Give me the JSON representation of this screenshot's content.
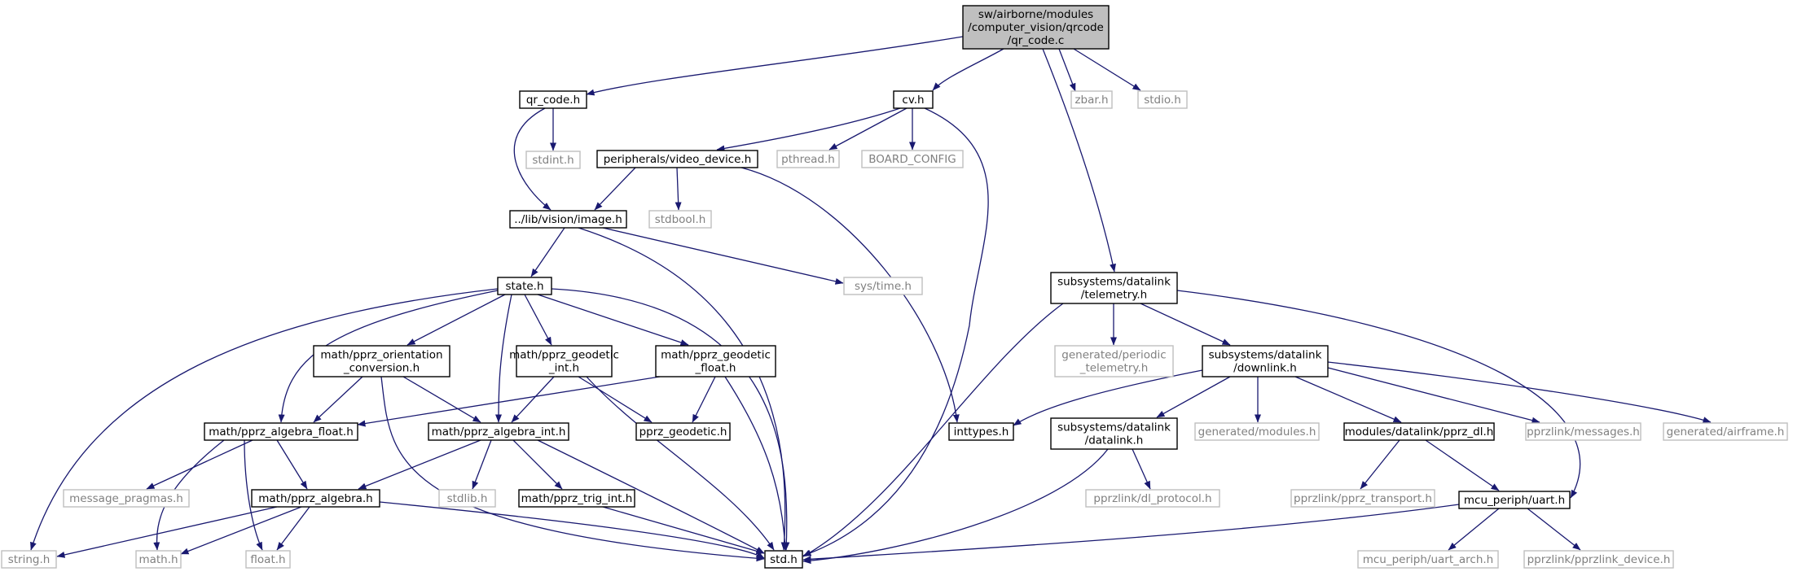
{
  "colors": {
    "edge": "#191970",
    "normal_border": "#000000",
    "normal_text": "#000000",
    "external_border": "#bfbfbf",
    "external_text": "#808080",
    "root_fill": "#bfbfbf"
  },
  "nodes": [
    {
      "id": "root",
      "lines": [
        "sw/airborne/modules",
        "/computer_vision/qrcode",
        "/qr_code.c"
      ],
      "kind": "root"
    },
    {
      "id": "qr_code_h",
      "lines": [
        "qr_code.h"
      ],
      "kind": "normal"
    },
    {
      "id": "cv_h",
      "lines": [
        "cv.h"
      ],
      "kind": "normal"
    },
    {
      "id": "zbar_h",
      "lines": [
        "zbar.h"
      ],
      "kind": "external"
    },
    {
      "id": "stdio_h",
      "lines": [
        "stdio.h"
      ],
      "kind": "external"
    },
    {
      "id": "stdint_h",
      "lines": [
        "stdint.h"
      ],
      "kind": "external"
    },
    {
      "id": "video_device_h",
      "lines": [
        "peripherals/video_device.h"
      ],
      "kind": "normal"
    },
    {
      "id": "pthread_h",
      "lines": [
        "pthread.h"
      ],
      "kind": "external"
    },
    {
      "id": "board_config",
      "lines": [
        "BOARD_CONFIG"
      ],
      "kind": "external"
    },
    {
      "id": "image_h",
      "lines": [
        "../lib/vision/image.h"
      ],
      "kind": "normal"
    },
    {
      "id": "stdbool_h",
      "lines": [
        "stdbool.h"
      ],
      "kind": "external"
    },
    {
      "id": "state_h",
      "lines": [
        "state.h"
      ],
      "kind": "normal"
    },
    {
      "id": "sys_time_h",
      "lines": [
        "sys/time.h"
      ],
      "kind": "external"
    },
    {
      "id": "telemetry_h",
      "lines": [
        "subsystems/datalink",
        "/telemetry.h"
      ],
      "kind": "normal"
    },
    {
      "id": "orientation_h",
      "lines": [
        "math/pprz_orientation",
        "_conversion.h"
      ],
      "kind": "normal"
    },
    {
      "id": "geodetic_int_h",
      "lines": [
        "math/pprz_geodetic",
        "_int.h"
      ],
      "kind": "normal"
    },
    {
      "id": "geodetic_float_h",
      "lines": [
        "math/pprz_geodetic",
        "_float.h"
      ],
      "kind": "normal"
    },
    {
      "id": "periodic_telemetry_h",
      "lines": [
        "generated/periodic",
        "_telemetry.h"
      ],
      "kind": "external"
    },
    {
      "id": "downlink_h",
      "lines": [
        "subsystems/datalink",
        "/downlink.h"
      ],
      "kind": "normal"
    },
    {
      "id": "algebra_float_h",
      "lines": [
        "math/pprz_algebra_float.h"
      ],
      "kind": "normal"
    },
    {
      "id": "algebra_int_h",
      "lines": [
        "math/pprz_algebra_int.h"
      ],
      "kind": "normal"
    },
    {
      "id": "pprz_geodetic_h",
      "lines": [
        "pprz_geodetic.h"
      ],
      "kind": "normal"
    },
    {
      "id": "inttypes_h",
      "lines": [
        "inttypes.h"
      ],
      "kind": "normal"
    },
    {
      "id": "datalink_h",
      "lines": [
        "subsystems/datalink",
        "/datalink.h"
      ],
      "kind": "normal"
    },
    {
      "id": "gen_modules_h",
      "lines": [
        "generated/modules.h"
      ],
      "kind": "external"
    },
    {
      "id": "pprz_dl_h",
      "lines": [
        "modules/datalink/pprz_dl.h"
      ],
      "kind": "normal"
    },
    {
      "id": "messages_h",
      "lines": [
        "pprzlink/messages.h"
      ],
      "kind": "external"
    },
    {
      "id": "airframe_h",
      "lines": [
        "generated/airframe.h"
      ],
      "kind": "external"
    },
    {
      "id": "message_pragmas_h",
      "lines": [
        "message_pragmas.h"
      ],
      "kind": "external"
    },
    {
      "id": "pprz_algebra_h",
      "lines": [
        "math/pprz_algebra.h"
      ],
      "kind": "normal"
    },
    {
      "id": "stdlib_h",
      "lines": [
        "stdlib.h"
      ],
      "kind": "external"
    },
    {
      "id": "trig_int_h",
      "lines": [
        "math/pprz_trig_int.h"
      ],
      "kind": "normal"
    },
    {
      "id": "dl_protocol_h",
      "lines": [
        "pprzlink/dl_protocol.h"
      ],
      "kind": "external"
    },
    {
      "id": "pprz_transport_h",
      "lines": [
        "pprzlink/pprz_transport.h"
      ],
      "kind": "external"
    },
    {
      "id": "uart_h",
      "lines": [
        "mcu_periph/uart.h"
      ],
      "kind": "normal"
    },
    {
      "id": "string_h",
      "lines": [
        "string.h"
      ],
      "kind": "external"
    },
    {
      "id": "math_h",
      "lines": [
        "math.h"
      ],
      "kind": "external"
    },
    {
      "id": "float_h",
      "lines": [
        "float.h"
      ],
      "kind": "external"
    },
    {
      "id": "std_h",
      "lines": [
        "std.h"
      ],
      "kind": "normal"
    },
    {
      "id": "uart_arch_h",
      "lines": [
        "mcu_periph/uart_arch.h"
      ],
      "kind": "external"
    },
    {
      "id": "pprzlink_device_h",
      "lines": [
        "pprzlink/pprzlink_device.h"
      ],
      "kind": "external"
    }
  ],
  "edges": [
    [
      "root",
      "qr_code_h"
    ],
    [
      "root",
      "cv_h"
    ],
    [
      "root",
      "zbar_h"
    ],
    [
      "root",
      "stdio_h"
    ],
    [
      "root",
      "telemetry_h"
    ],
    [
      "qr_code_h",
      "stdint_h"
    ],
    [
      "qr_code_h",
      "image_h"
    ],
    [
      "cv_h",
      "video_device_h"
    ],
    [
      "cv_h",
      "pthread_h"
    ],
    [
      "cv_h",
      "board_config"
    ],
    [
      "cv_h",
      "std_h"
    ],
    [
      "video_device_h",
      "image_h"
    ],
    [
      "video_device_h",
      "stdbool_h"
    ],
    [
      "video_device_h",
      "inttypes_h"
    ],
    [
      "image_h",
      "state_h"
    ],
    [
      "image_h",
      "sys_time_h"
    ],
    [
      "image_h",
      "std_h"
    ],
    [
      "state_h",
      "orientation_h"
    ],
    [
      "state_h",
      "geodetic_int_h"
    ],
    [
      "state_h",
      "geodetic_float_h"
    ],
    [
      "state_h",
      "algebra_float_h"
    ],
    [
      "state_h",
      "algebra_int_h"
    ],
    [
      "state_h",
      "std_h"
    ],
    [
      "state_h",
      "string_h"
    ],
    [
      "orientation_h",
      "algebra_float_h"
    ],
    [
      "orientation_h",
      "algebra_int_h"
    ],
    [
      "orientation_h",
      "std_h"
    ],
    [
      "geodetic_int_h",
      "algebra_int_h"
    ],
    [
      "geodetic_int_h",
      "pprz_geodetic_h"
    ],
    [
      "geodetic_int_h",
      "std_h"
    ],
    [
      "geodetic_float_h",
      "algebra_float_h"
    ],
    [
      "geodetic_float_h",
      "pprz_geodetic_h"
    ],
    [
      "geodetic_float_h",
      "std_h"
    ],
    [
      "algebra_float_h",
      "pprz_algebra_h"
    ],
    [
      "algebra_float_h",
      "message_pragmas_h"
    ],
    [
      "algebra_float_h",
      "math_h"
    ],
    [
      "algebra_float_h",
      "float_h"
    ],
    [
      "algebra_int_h",
      "pprz_algebra_h"
    ],
    [
      "algebra_int_h",
      "stdlib_h"
    ],
    [
      "algebra_int_h",
      "trig_int_h"
    ],
    [
      "algebra_int_h",
      "std_h"
    ],
    [
      "pprz_algebra_h",
      "string_h"
    ],
    [
      "pprz_algebra_h",
      "math_h"
    ],
    [
      "pprz_algebra_h",
      "float_h"
    ],
    [
      "pprz_algebra_h",
      "std_h"
    ],
    [
      "trig_int_h",
      "std_h"
    ],
    [
      "telemetry_h",
      "periodic_telemetry_h"
    ],
    [
      "telemetry_h",
      "downlink_h"
    ],
    [
      "telemetry_h",
      "std_h"
    ],
    [
      "telemetry_h",
      "uart_h"
    ],
    [
      "downlink_h",
      "inttypes_h"
    ],
    [
      "downlink_h",
      "datalink_h"
    ],
    [
      "downlink_h",
      "gen_modules_h"
    ],
    [
      "downlink_h",
      "pprz_dl_h"
    ],
    [
      "downlink_h",
      "messages_h"
    ],
    [
      "downlink_h",
      "airframe_h"
    ],
    [
      "datalink_h",
      "dl_protocol_h"
    ],
    [
      "datalink_h",
      "std_h"
    ],
    [
      "pprz_dl_h",
      "pprz_transport_h"
    ],
    [
      "pprz_dl_h",
      "uart_h"
    ],
    [
      "uart_h",
      "std_h"
    ],
    [
      "uart_h",
      "uart_arch_h"
    ],
    [
      "uart_h",
      "pprzlink_device_h"
    ]
  ]
}
